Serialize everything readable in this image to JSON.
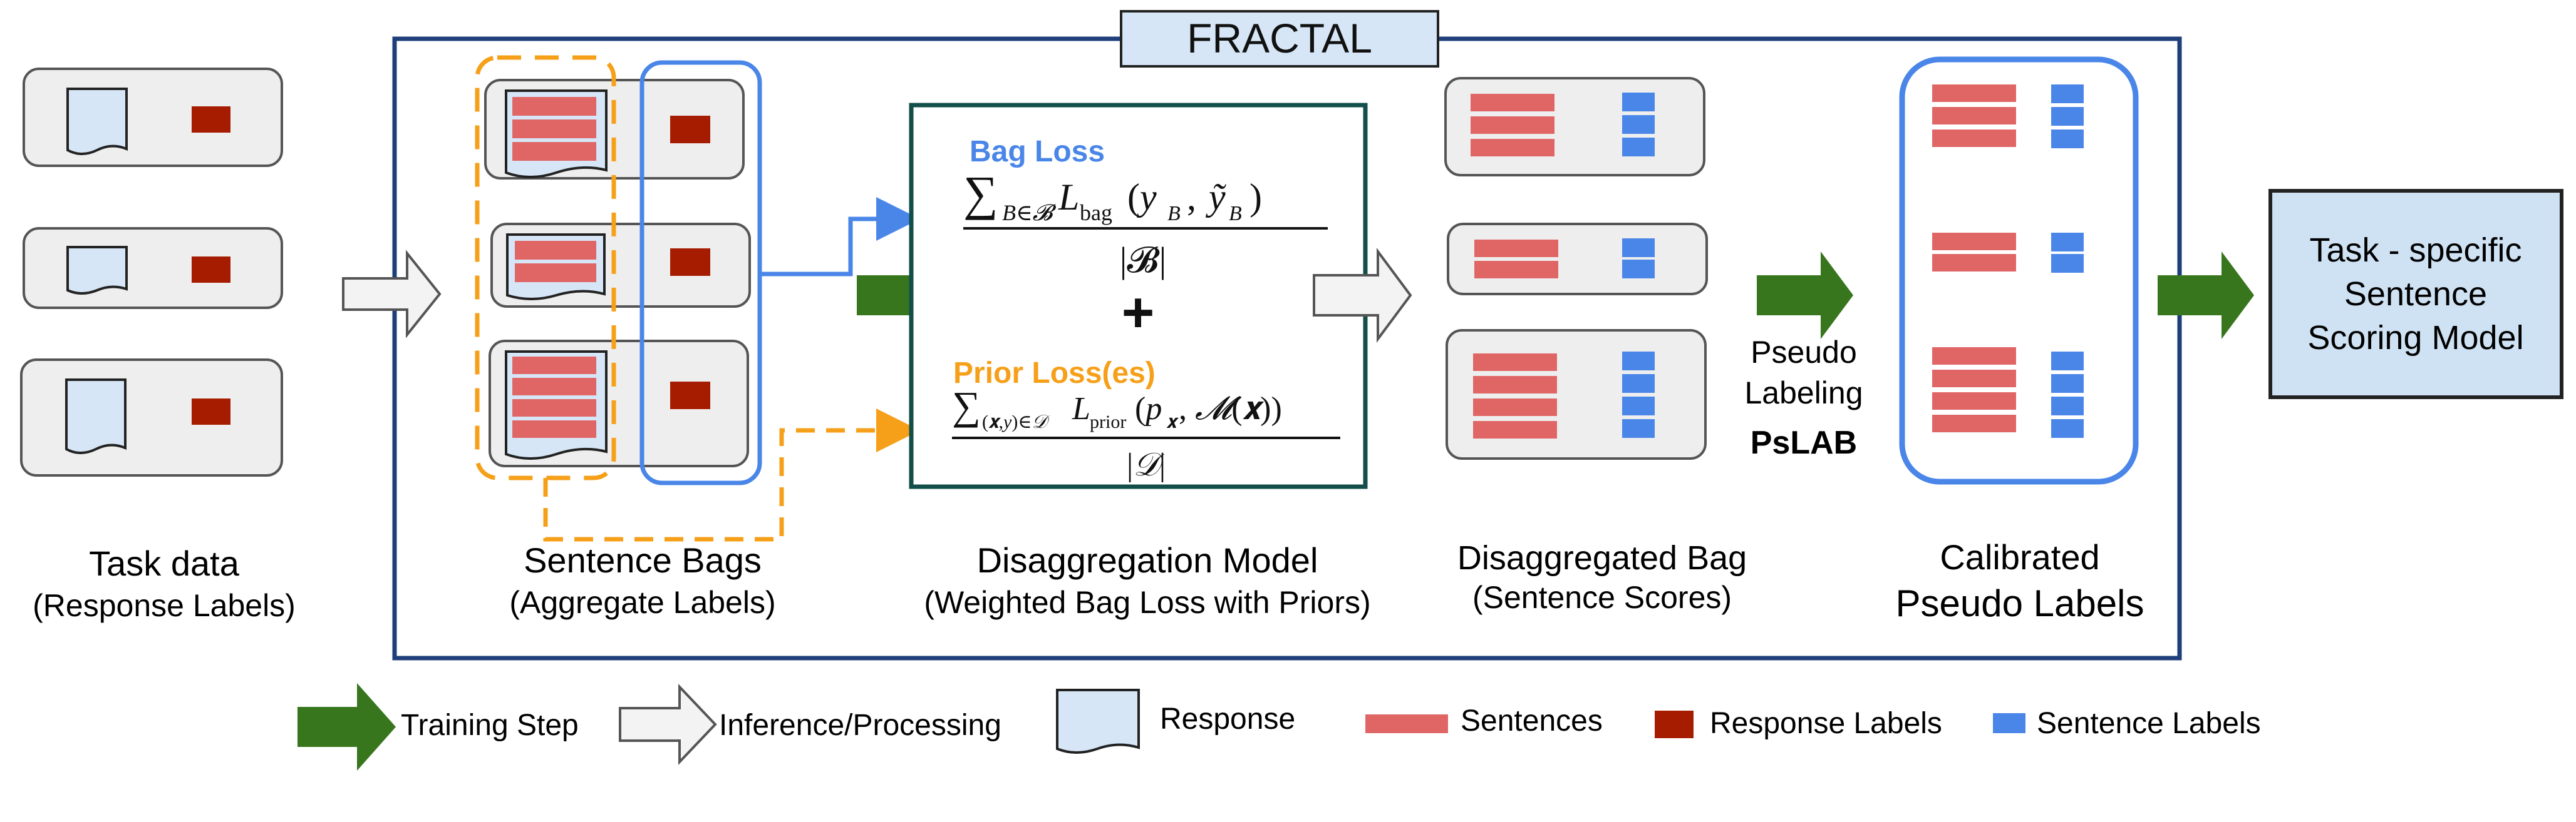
{
  "framework_title": "FRACTAL",
  "stages": {
    "task_data": {
      "title": "Task data",
      "subtitle": "(Response Labels)"
    },
    "sentence_bags": {
      "title": "Sentence Bags",
      "subtitle": "(Aggregate Labels)"
    },
    "disaggregation_model": {
      "title": "Disaggregation Model",
      "subtitle": "(Weighted Bag Loss with Priors)"
    },
    "disaggregated_bag": {
      "title": "Disaggregated Bag",
      "subtitle": "(Sentence Scores)"
    },
    "calibrated": {
      "title": "Calibrated",
      "subtitle": "Pseudo Labels"
    }
  },
  "model_box": {
    "bag_loss_label": "Bag Loss",
    "plus": "+",
    "prior_loss_label": "Prior Loss(es)"
  },
  "pseudo_labeling": {
    "line1": "Pseudo",
    "line2": "Labeling",
    "method": "PsLAB"
  },
  "output_box": {
    "line1": "Task - specific",
    "line2": "Sentence",
    "line3": "Scoring Model"
  },
  "legend": {
    "training_step": "Training Step",
    "inference": "Inference/Processing",
    "response": "Response",
    "sentences": "Sentences",
    "response_labels": "Response Labels",
    "sentence_labels": "Sentence Labels"
  },
  "colors": {
    "frame": "#1f3f7a",
    "title_fill": "#d6e6f6",
    "panel_fill": "#eeeeee",
    "panel_stroke": "#555555",
    "doc_fill": "#d6e6f6",
    "response_label": "#a61c00",
    "sentence": "#e06666",
    "sentence_label": "#4a86e8",
    "training_arrow": "#38761d",
    "inference_arrow": "#f3f3f3",
    "orange": "#f6a01a",
    "blue_outline": "#4a86e8",
    "model_stroke": "#134f4a",
    "output_fill": "#cfe2f3"
  }
}
